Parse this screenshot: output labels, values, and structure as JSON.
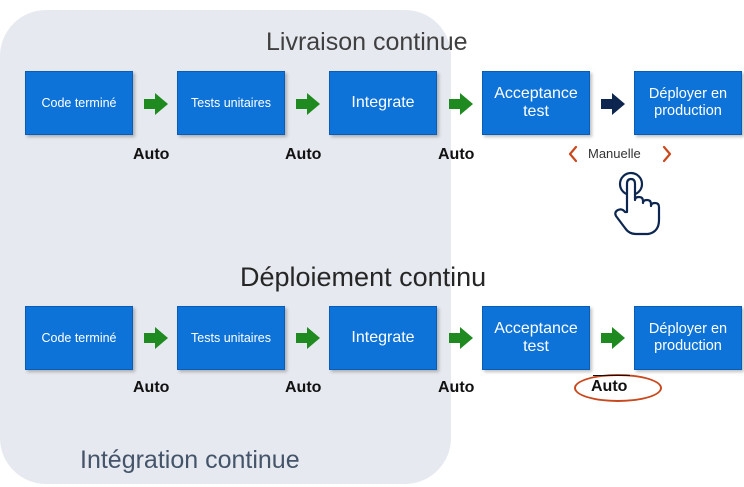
{
  "headings": {
    "delivery": "Livraison continue",
    "deployment": "Déploiement continu",
    "integration": "Intégration continue"
  },
  "row_delivery": {
    "stages": [
      "Code terminé",
      "Tests unitaires",
      "Integrate",
      "Acceptance test",
      "Déployer en production"
    ],
    "triggers": [
      "Auto",
      "Auto",
      "Auto"
    ],
    "final_trigger": "Manuelle"
  },
  "row_deployment": {
    "stages": [
      "Code terminé",
      "Tests unitaires",
      "Integrate",
      "Acceptance test",
      "Déployer en production"
    ],
    "triggers": [
      "Auto",
      "Auto",
      "Auto"
    ],
    "final_trigger": "Auto"
  },
  "colors": {
    "box": "#0e73d8",
    "auto_arrow": "#1f8a1f",
    "manual_arrow": "#0d2650",
    "highlight": "#c9481d",
    "ci_region": "#e6e9ef"
  },
  "icons": {
    "automatic_transition": "green-arrow-icon",
    "manual_transition": "navy-arrow-icon",
    "manual_action": "hand-pointer-icon"
  }
}
